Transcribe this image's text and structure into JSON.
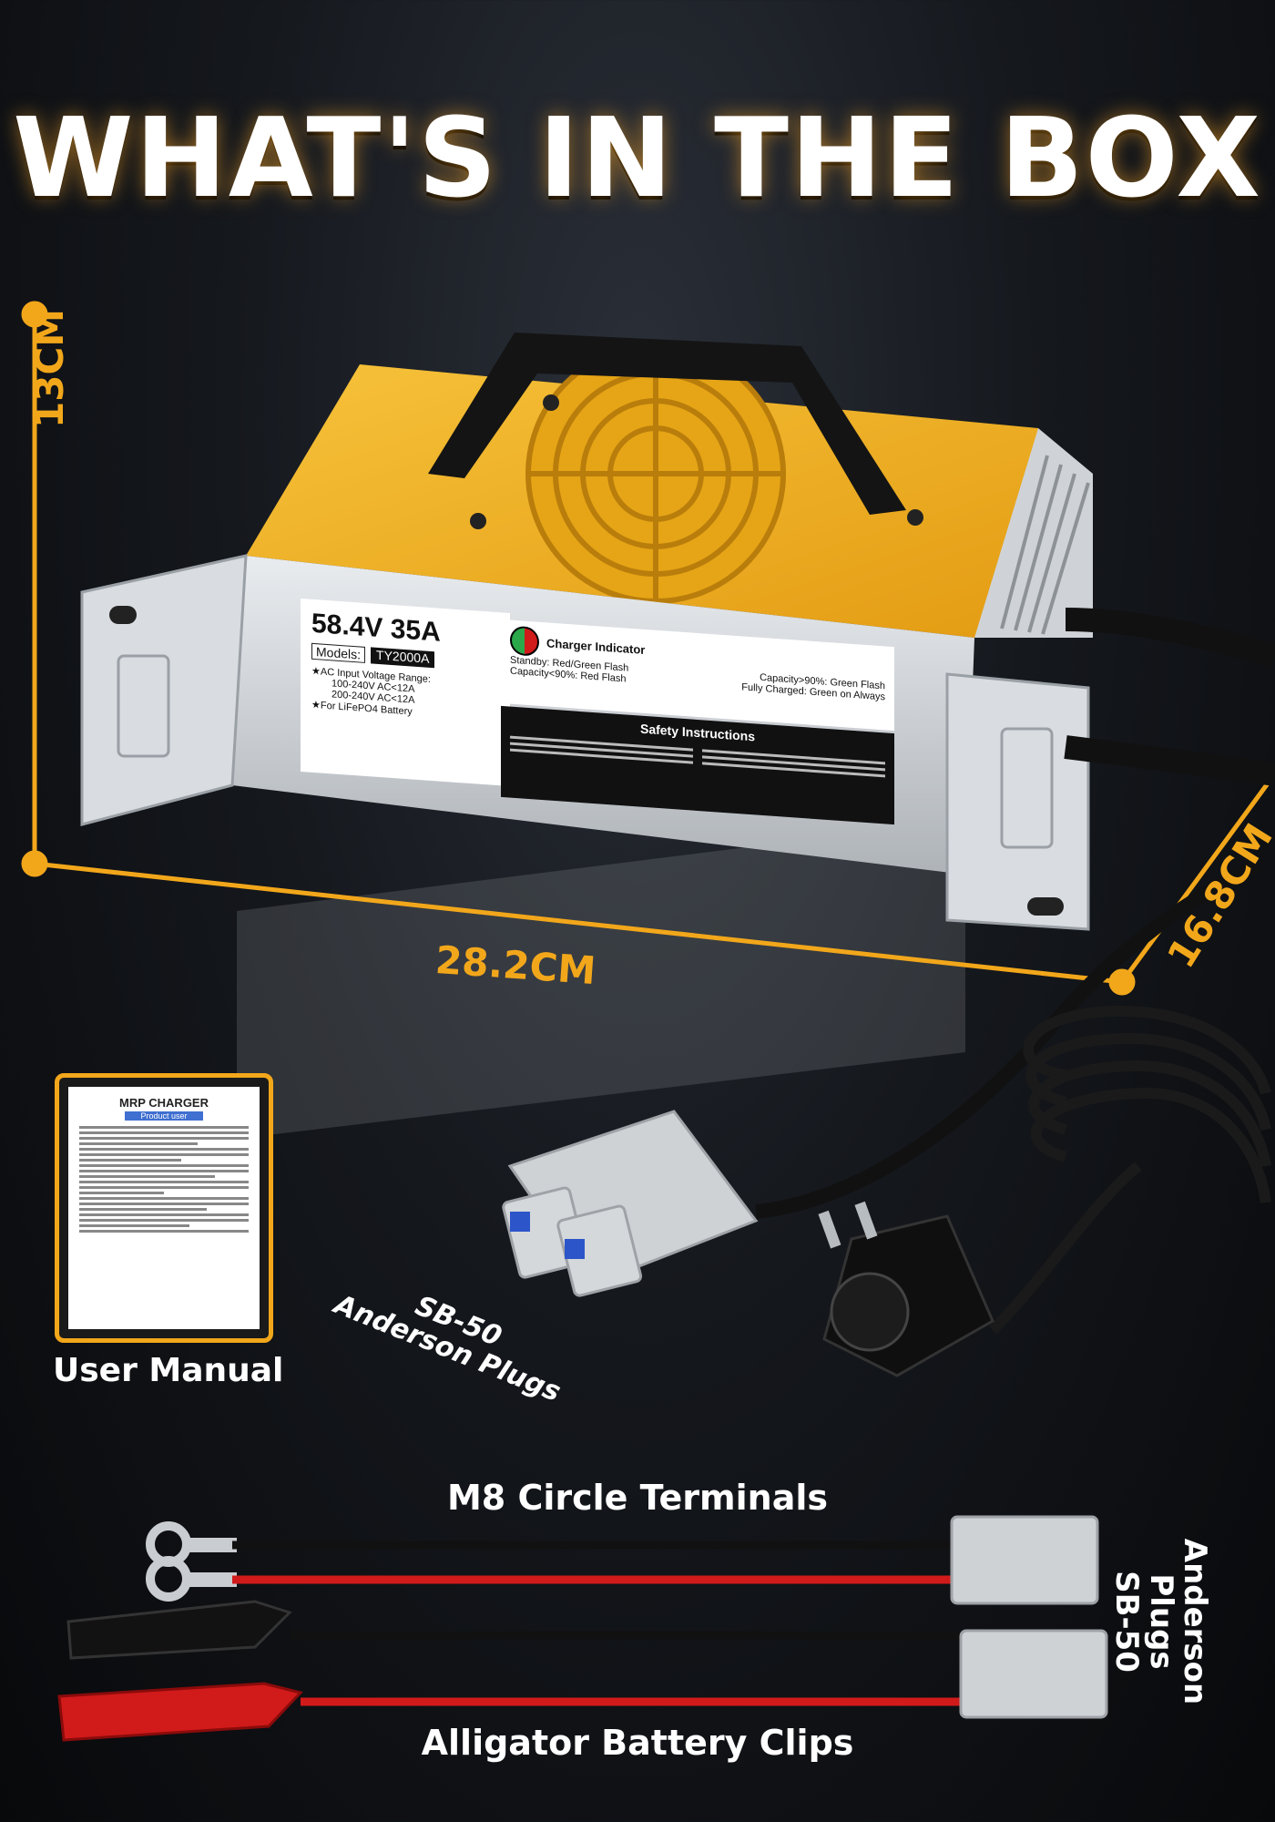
{
  "heading": "WHAT'S IN THE BOX",
  "dimensions": {
    "height": "13CM",
    "length": "28.2CM",
    "depth": "16.8CM"
  },
  "charger_label": {
    "rating": "58.4V 35A",
    "models_label": "Models:",
    "model": "TY2000A",
    "ac_range_title": "★AC Input Voltage Range:",
    "range_1": "100-240V AC<12A",
    "range_2": "200-240V AC<12A",
    "battery": "★For LiFePO4 Battery"
  },
  "indicator": {
    "title": "Charger Indicator",
    "standby": "Standby: Red/Green Flash",
    "cap_high": "Capacity>90%: Green Flash",
    "cap_low": "Capacity<90%: Red Flash",
    "full": "Fully Charged: Green on Always"
  },
  "safety": {
    "title": "Safety Instructions"
  },
  "manual": {
    "title": "MRP CHARGER",
    "subtitle": "Product user",
    "caption": "User Manual"
  },
  "plug_label": {
    "line1": "SB-50",
    "line2": "Anderson Plugs"
  },
  "cable_labels": {
    "terminals": "M8 Circle Terminals",
    "clips": "Alligator Battery Clips",
    "right_line1": "SB-50",
    "right_line2": "Anderson Plugs"
  },
  "colors": {
    "accent": "#f2a71b",
    "case_yellow": "#f0b525",
    "red_wire": "#d11a1a"
  }
}
